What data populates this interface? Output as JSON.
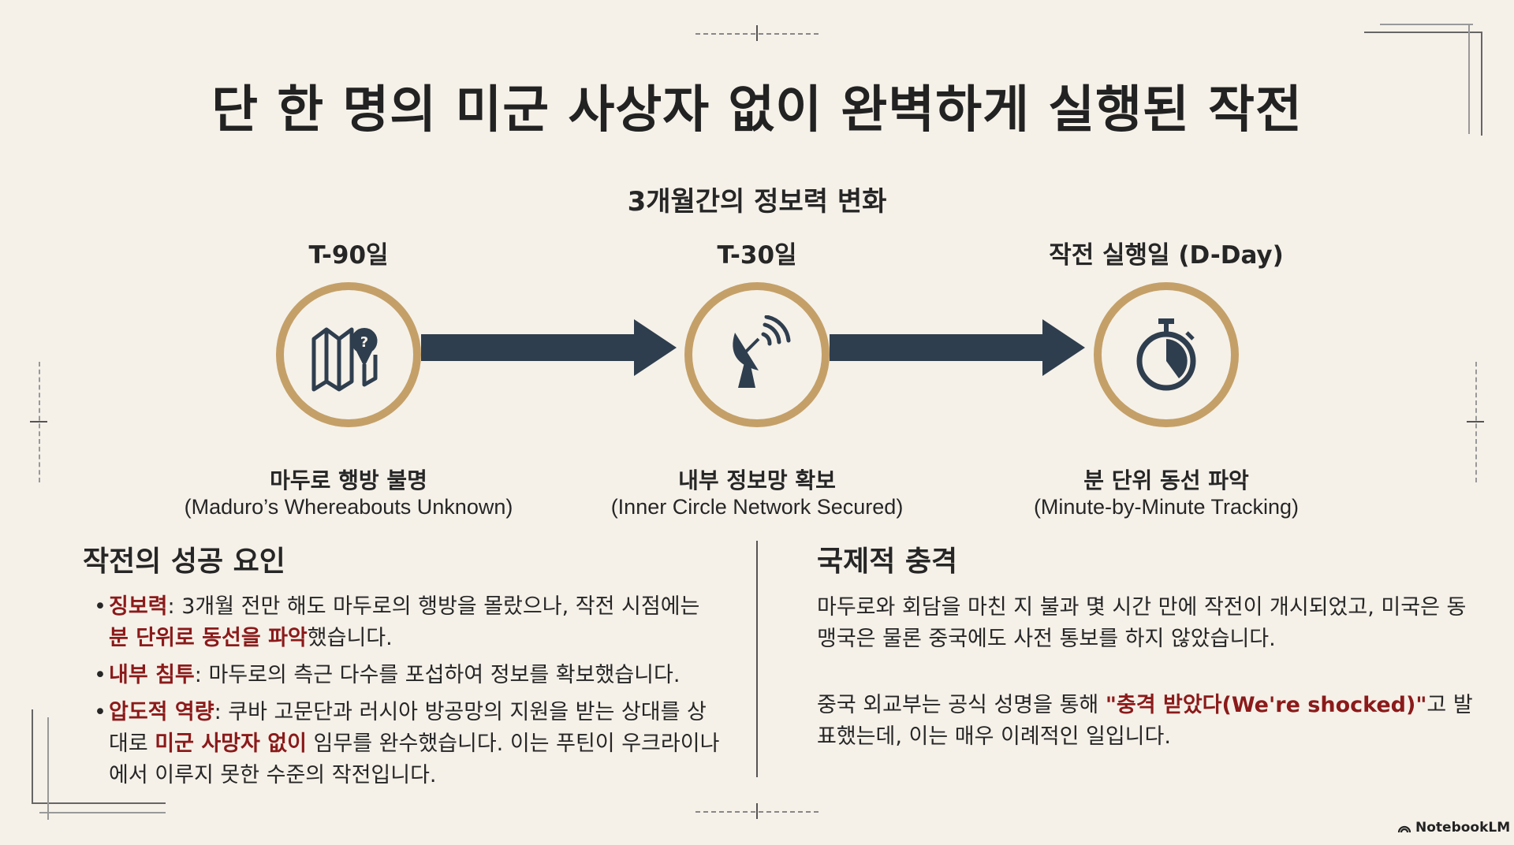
{
  "title": "단 한 명의 미군 사상자 없이 완벽하게 실행된 작전",
  "subtitle": "3개월간의 정보력 변화",
  "stages": [
    {
      "label": "T-90일",
      "icon": "map-question-icon",
      "caption_kr": "마두로 행방 불명",
      "caption_en": "(Maduro’s Whereabouts Unknown)"
    },
    {
      "label": "T-30일",
      "icon": "satellite-dish-icon",
      "caption_kr": "내부 정보망 확보",
      "caption_en": "(Inner Circle Network Secured)"
    },
    {
      "label": "작전 실행일 (D-Day)",
      "icon": "stopwatch-icon",
      "caption_kr": "분 단위 동선 파악",
      "caption_en": "(Minute-by-Minute Tracking)"
    }
  ],
  "left": {
    "heading": "작전의 성공 요인",
    "bullets": [
      {
        "key": "징보력",
        "t1": ": 3개월 전만 해도 마두로의 행방을 몰랐으나, 작전 시점에는 ",
        "hl": "분 단위로 동선을 파악",
        "t2": "했습니다."
      },
      {
        "key": "내부 침투",
        "t1": ": 마두로의 측근 다수를 포섭하여 정보를 확보했습니다."
      },
      {
        "key": "압도적 역량",
        "t1": ": 쿠바 고문단과 러시아 방공망의 지원을 받는 상대를 상대로 ",
        "hl": "미군 사망자 없이",
        "t2": " 임무를 완수했습니다. 이는 푸틴이 우크라이나에서 이루지 못한 수준의 작전입니다."
      }
    ]
  },
  "right": {
    "heading": "국제적 충격",
    "p1": "마두로와 회담을 마친 지 불과 몇 시간 만에 작전이 개시되었고, 미국은 동맹국은 물론 중국에도 사전 통보를 하지 않았습니다.",
    "p2a": "중국 외교부는 공식 성명을 통해 ",
    "p2hl": "\"충격 받았다(We're shocked)\"",
    "p2b": "고 발표했는데, 이는 매우 이례적인 일입니다."
  },
  "brand": "NotebookLM",
  "colors": {
    "bg": "#f5f1e9",
    "ring": "#c4a068",
    "navy": "#2f3e4e",
    "accent": "#8b1a1a"
  }
}
